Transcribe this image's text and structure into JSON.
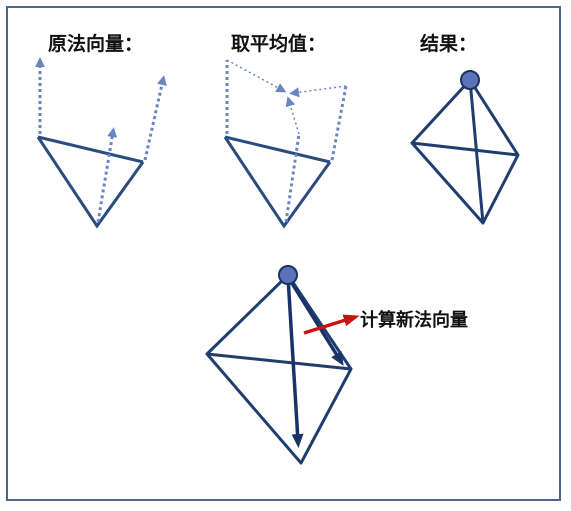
{
  "labels": {
    "original_normals": "原法向量：",
    "average": "取平均值：",
    "result": "结果：",
    "compute_new_normal": "计算新法向量"
  },
  "colors": {
    "frame": "#4a6688",
    "triangle_stroke": "#2b4c7e",
    "dashed_normal": "#6b85c0",
    "vertex_fill": "#5a72b8",
    "vertex_stroke": "#1a3260",
    "new_normal_arrow": "#1a3268",
    "highlight_arrow": "#cc1111"
  },
  "icons": {
    "vertex": "vertex-dot",
    "arrow": "arrow-head"
  }
}
